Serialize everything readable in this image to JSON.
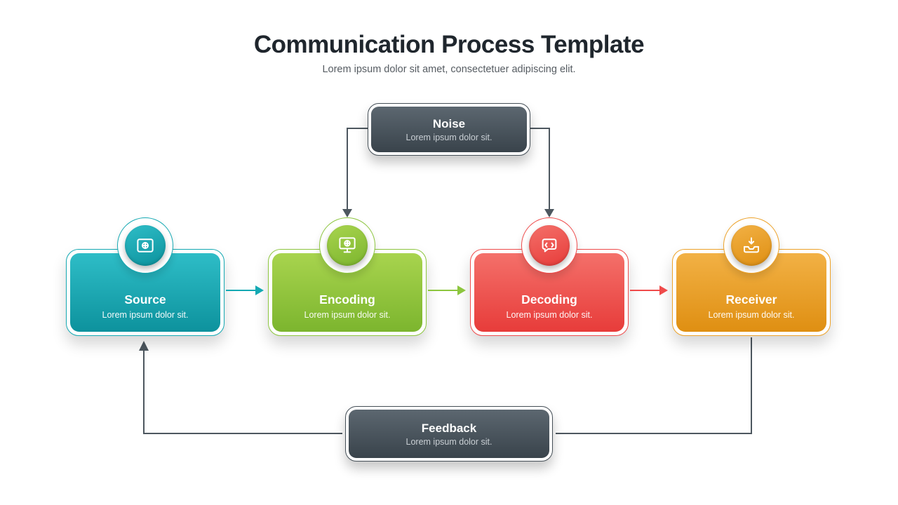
{
  "header": {
    "title": "Communication Process Template",
    "subtitle": "Lorem ipsum dolor sit amet, consectetuer adipiscing elit."
  },
  "diagram": {
    "line_color": "#4d575f",
    "noise": {
      "title": "Noise",
      "desc": "Lorem ipsum dolor sit.",
      "ring": "#454f57",
      "gradient_light": "#5c6770",
      "gradient_dark": "#39434b"
    },
    "feedback": {
      "title": "Feedback",
      "desc": "Lorem ipsum dolor sit.",
      "ring": "#454f57",
      "gradient_light": "#5c6770",
      "gradient_dark": "#39434b"
    },
    "stages": [
      {
        "title": "Source",
        "desc": "Lorem ipsum dolor sit.",
        "icon": "media-card-icon",
        "ring": "#14a9b3",
        "gradient_light": "#2ebdc7",
        "gradient_dark": "#0d929d"
      },
      {
        "title": "Encoding",
        "desc": "Lorem ipsum dolor sit.",
        "icon": "monitor-globe-icon",
        "ring": "#8dc63f",
        "gradient_light": "#a8d44e",
        "gradient_dark": "#7cb52e"
      },
      {
        "title": "Decoding",
        "desc": "Lorem ipsum dolor sit.",
        "icon": "chat-bubble-icon",
        "ring": "#ef4b4b",
        "gradient_light": "#f4706a",
        "gradient_dark": "#e73c3a"
      },
      {
        "title": "Receiver",
        "desc": "Lorem ipsum dolor sit.",
        "icon": "inbox-icon",
        "ring": "#eda229",
        "gradient_light": "#f2b145",
        "gradient_dark": "#df8f12"
      }
    ]
  }
}
